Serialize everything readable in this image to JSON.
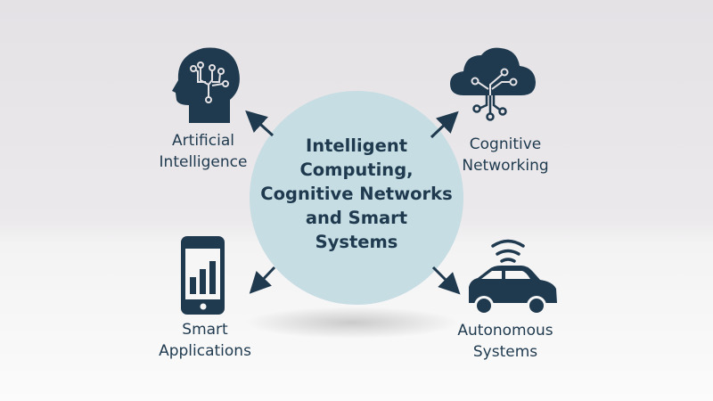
{
  "center": {
    "lines": [
      "Intelligent",
      "Computing,",
      "Cognitive Networks",
      "and Smart",
      "Systems"
    ]
  },
  "nodes": {
    "ai": {
      "lines": [
        "Artificial",
        "Intelligence"
      ],
      "icon": "head-circuit-icon"
    },
    "networking": {
      "lines": [
        "Cognitive",
        "Networking"
      ],
      "icon": "cloud-circuit-icon"
    },
    "apps": {
      "lines": [
        "Smart",
        "Applications"
      ],
      "icon": "smartphone-chart-icon"
    },
    "autonomous": {
      "lines": [
        "Autonomous",
        "Systems"
      ],
      "icon": "connected-car-icon"
    }
  },
  "colors": {
    "icon": "#1f3a4f",
    "circle": "#c6dde3",
    "text": "#1f3a4f"
  }
}
